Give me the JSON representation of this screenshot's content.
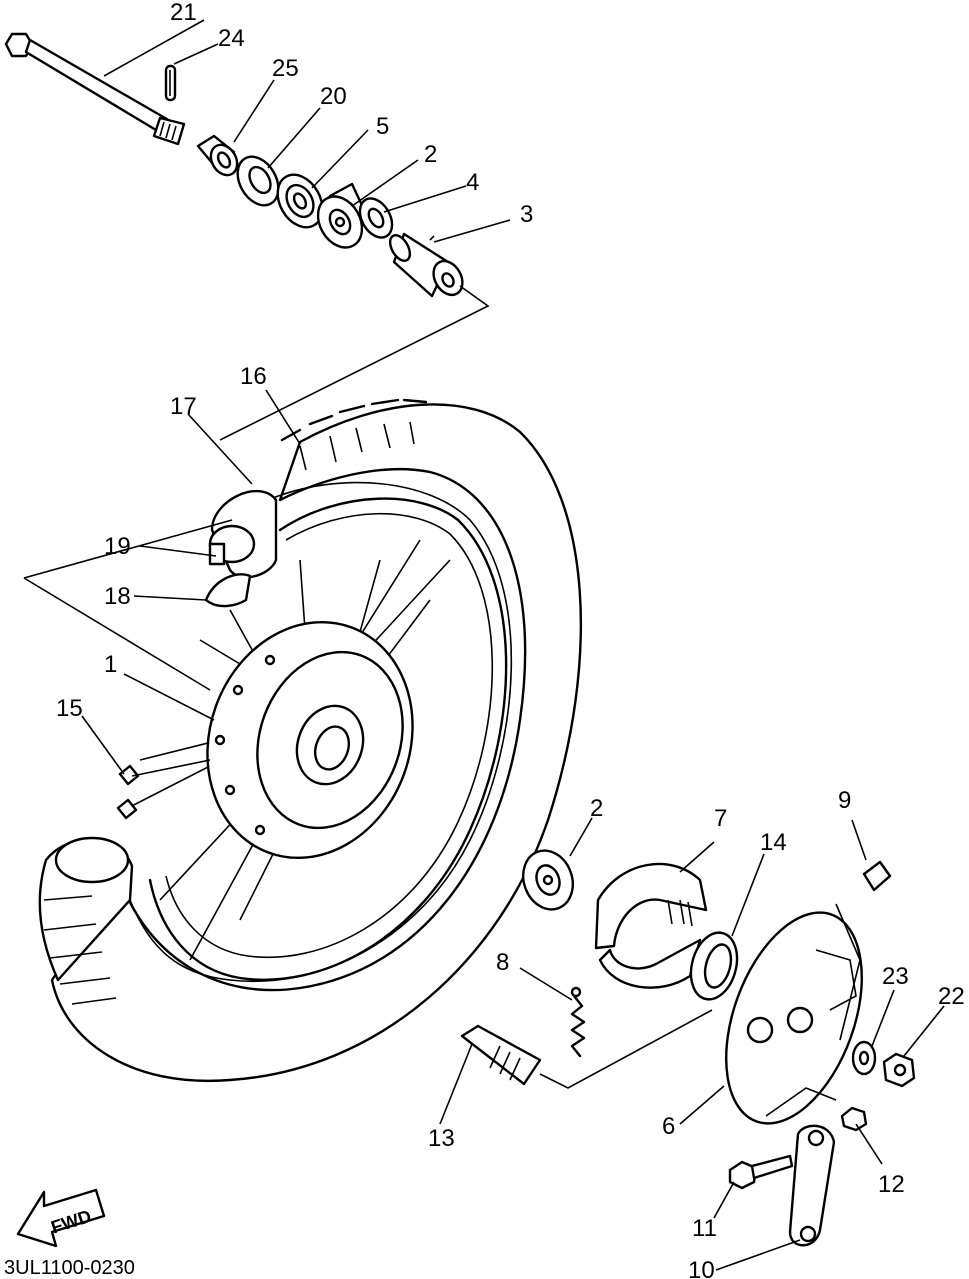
{
  "diagram": {
    "callouts": [
      {
        "id": "c21",
        "label": "21"
      },
      {
        "id": "c24",
        "label": "24"
      },
      {
        "id": "c25",
        "label": "25"
      },
      {
        "id": "c20",
        "label": "20"
      },
      {
        "id": "c5",
        "label": "5"
      },
      {
        "id": "c2a",
        "label": "2"
      },
      {
        "id": "c4",
        "label": "4"
      },
      {
        "id": "c3",
        "label": "3"
      },
      {
        "id": "c16",
        "label": "16"
      },
      {
        "id": "c17",
        "label": "17"
      },
      {
        "id": "c19",
        "label": "19"
      },
      {
        "id": "c18",
        "label": "18"
      },
      {
        "id": "c1",
        "label": "1"
      },
      {
        "id": "c15",
        "label": "15"
      },
      {
        "id": "c2b",
        "label": "2"
      },
      {
        "id": "c7",
        "label": "7"
      },
      {
        "id": "c14",
        "label": "14"
      },
      {
        "id": "c9",
        "label": "9"
      },
      {
        "id": "c8",
        "label": "8"
      },
      {
        "id": "c23",
        "label": "23"
      },
      {
        "id": "c22",
        "label": "22"
      },
      {
        "id": "c13",
        "label": "13"
      },
      {
        "id": "c6",
        "label": "6"
      },
      {
        "id": "c12",
        "label": "12"
      },
      {
        "id": "c11",
        "label": "11"
      },
      {
        "id": "c10",
        "label": "10"
      }
    ],
    "fwd_label": "FWD",
    "drawing_code": "3UL1100-0230"
  }
}
